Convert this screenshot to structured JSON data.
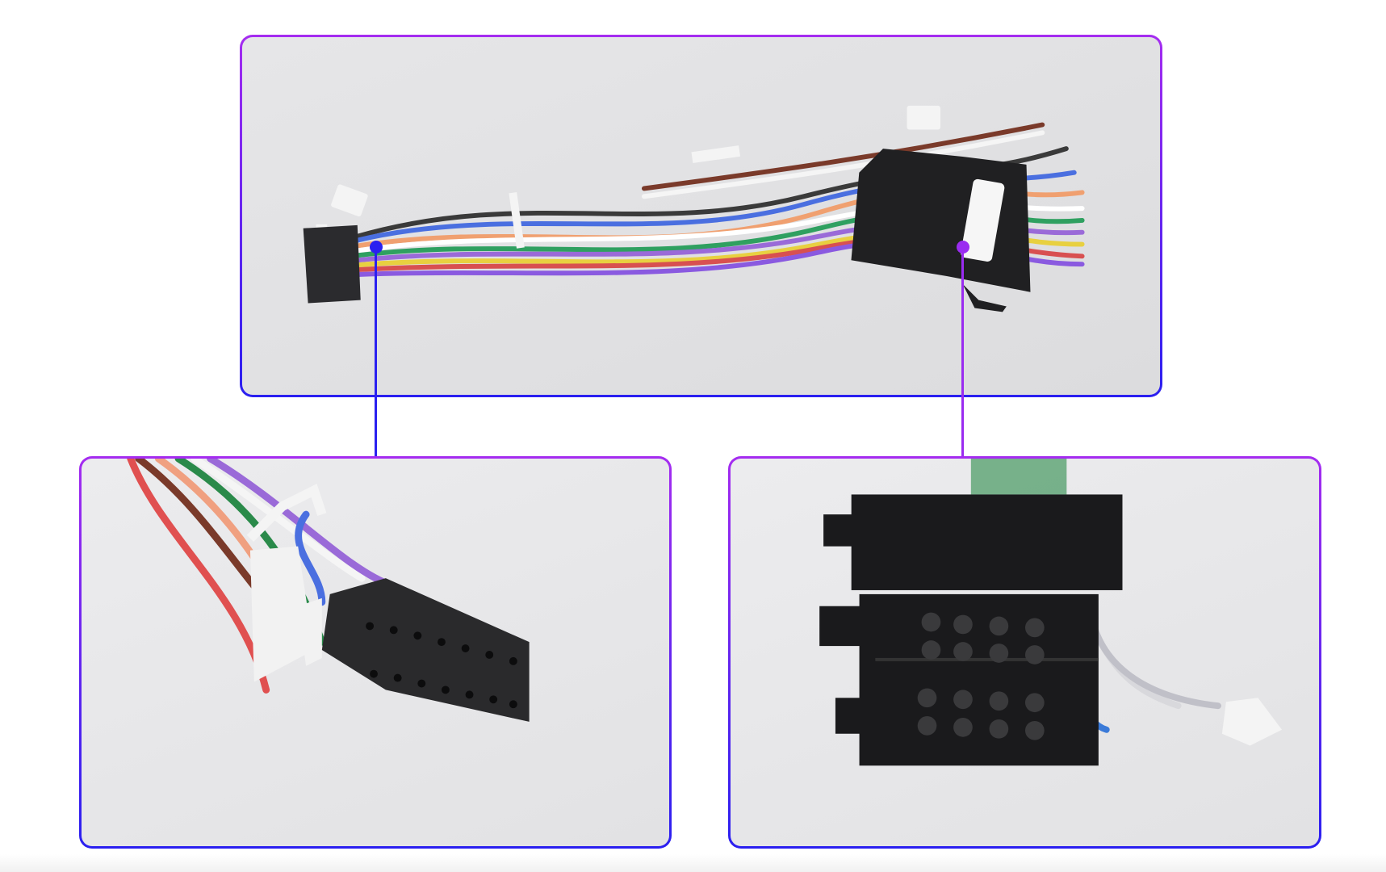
{
  "colors": {
    "frame_top": "#a52cf0",
    "frame_bottom": "#2a1ff0",
    "callout_left": "#2a20f0",
    "callout_right": "#9a2cf0",
    "panel_bg": "#e3e3e5"
  },
  "panels": [
    {
      "name": "full-harness-photo"
    },
    {
      "name": "iso-16pin-connector-closeup"
    },
    {
      "name": "iso-vehicle-connector-closeup"
    }
  ]
}
